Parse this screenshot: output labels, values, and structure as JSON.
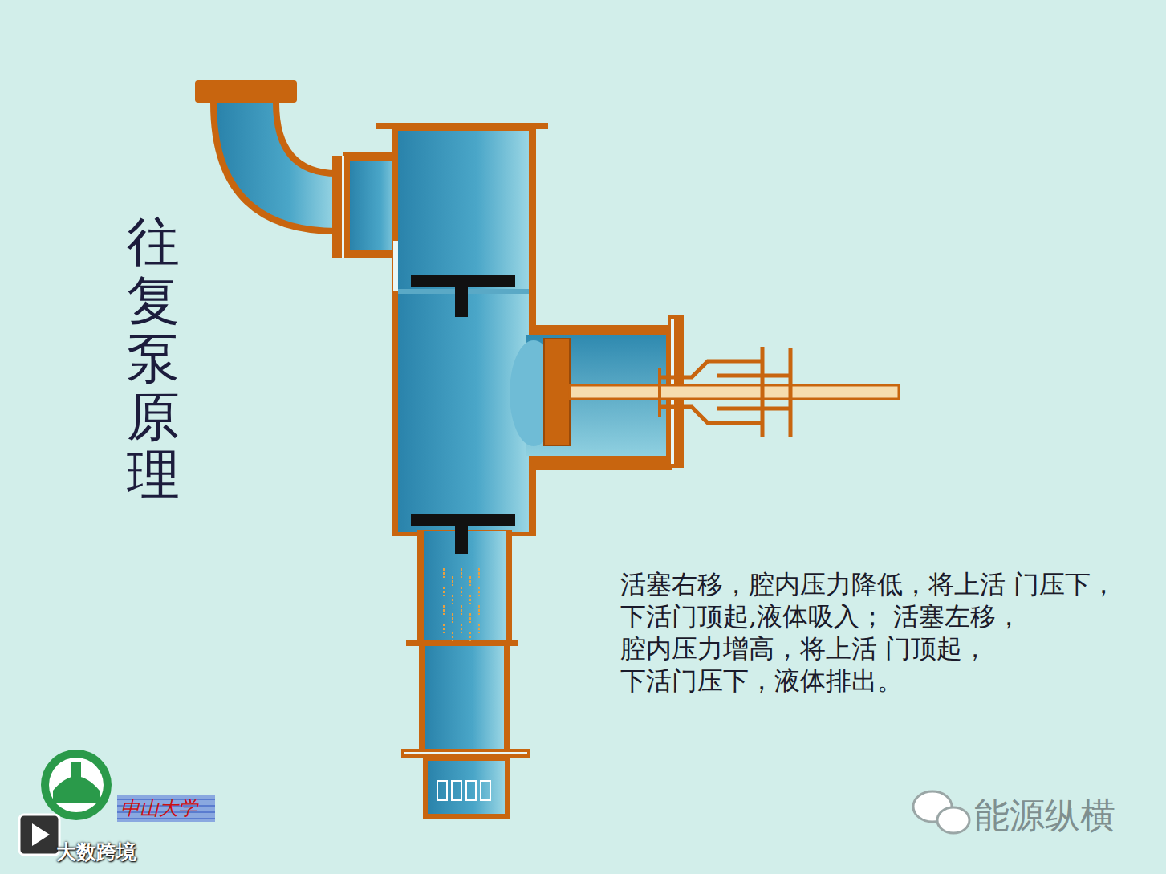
{
  "diagram": {
    "title": "往复泵原理",
    "labels": [
      "活塞右移，腔内压力降低，将上活 门压下，下活门顶起,液体吸入； 活塞左移，腔内压力增高，将上活 门顶起，下活门压下，液体排出。",
      "中山大学",
      "能源纵横",
      "大数跨境"
    ]
  }
}
